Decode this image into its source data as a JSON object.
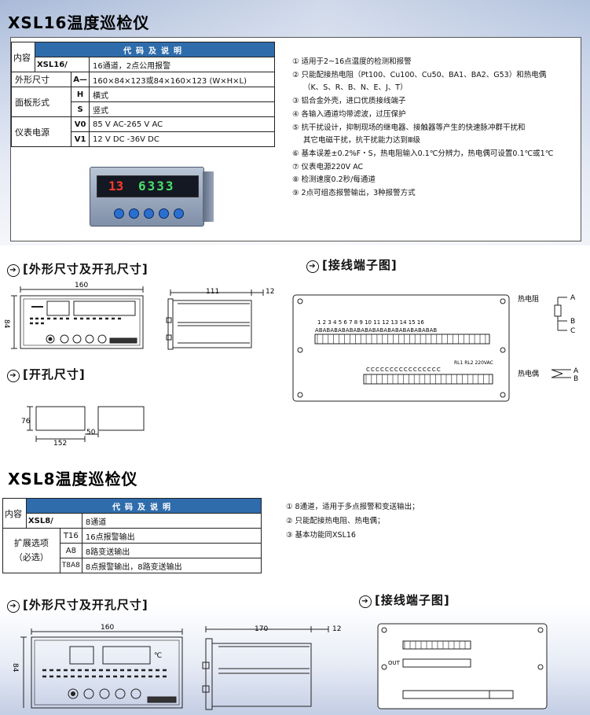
{
  "xsl16": {
    "title": "XSL16温度巡检仪",
    "table": {
      "content_label": "内容",
      "header": "代码及说明",
      "model_code": "XSL16/",
      "model_desc": "16通道，2点公用报警",
      "size_label": "外形尺寸",
      "size_code": "A—",
      "size_desc": "160×84×123或84×160×123 (W×H×L)",
      "panel_label": "面板形式",
      "panel_h_code": "H",
      "panel_h_desc": "横式",
      "panel_s_code": "S",
      "panel_s_desc": "竖式",
      "power_label": "仪表电源",
      "power_v0_code": "V0",
      "power_v0_desc": "85 V AC-265 V AC",
      "power_v1_code": "V1",
      "power_v1_desc": "12 V DC -36V DC"
    },
    "features": [
      "① 适用于2~16点温度的检测和报警",
      "② 只能配接热电阻（Pt100、Cu100、Cu50、BA1、BA2、G53）和热电偶",
      "（K、S、R、B、N、E、J、T）",
      "③ 铝合金外壳，进口优质接线端子",
      "④ 各输入通道均带滤波，过压保护",
      "⑤ 抗干扰设计，抑制现场的继电器、接触器等产生的快速脉冲群干扰和",
      "其它电磁干扰，抗干扰能力达到Ⅲ级",
      "⑥ 基本误差±0.2%F・S，热电阻输入0.1℃分辨力，热电偶可设置0.1℃或1℃",
      "⑦ 仪表电源220V AC",
      "⑧ 检测速度0.2秒/每通道",
      "⑨ 2点可组态报警输出，3种报警方式"
    ],
    "display": {
      "channel": "13",
      "value": "6333"
    },
    "sections": {
      "dimensions": "[外形尺寸及开孔尺寸]",
      "wiring": "[接线端子图]",
      "cutout": "[开孔尺寸]"
    },
    "dims": {
      "width": "160",
      "height": "84",
      "depth": "111",
      "front": "12",
      "cut_h": "76",
      "cut_w": "152",
      "gap": "50"
    },
    "wiring": {
      "rtd": "热电阻",
      "tc": "热电偶",
      "rtd_a": "A",
      "rtd_b": "B",
      "rtd_c": "C",
      "tc_a": "A",
      "tc_b": "B",
      "channels": "1   2   3   4   5   6   7   8   9  10  11  12  13  14  15  16",
      "ab_row": "ABABABABABABABABABABABABABABABAB",
      "c_row": "CCCCCCCCCCCCCCCC",
      "relay": "RL1 RL2  220VAC"
    }
  },
  "xsl8": {
    "title": "XSL8温度巡检仪",
    "table": {
      "content_label": "内容",
      "header": "代码及说明",
      "model_code": "XSL8/",
      "model_desc": "8通道",
      "ext_label_1": "扩展选项",
      "ext_label_2": "（必选）",
      "opt1_code": "T16",
      "opt1_desc": "16点报警输出",
      "opt2_code": "A8",
      "opt2_desc": "8路变送输出",
      "opt3_code": "T8A8",
      "opt3_desc": "8点报警输出，8路变送输出"
    },
    "features": [
      "① 8通道，适用于多点报警和变送输出；",
      "② 只能配接热电阻、热电偶；",
      "③ 基本功能同XSL16"
    ],
    "sections": {
      "dimensions": "[外形尺寸及开孔尺寸]",
      "wiring": "[接线端子图]"
    },
    "dims": {
      "width": "160",
      "height": "84",
      "depth": "170",
      "front": "12",
      "unit": "℃"
    },
    "wiring": {
      "out": "OUT"
    }
  }
}
